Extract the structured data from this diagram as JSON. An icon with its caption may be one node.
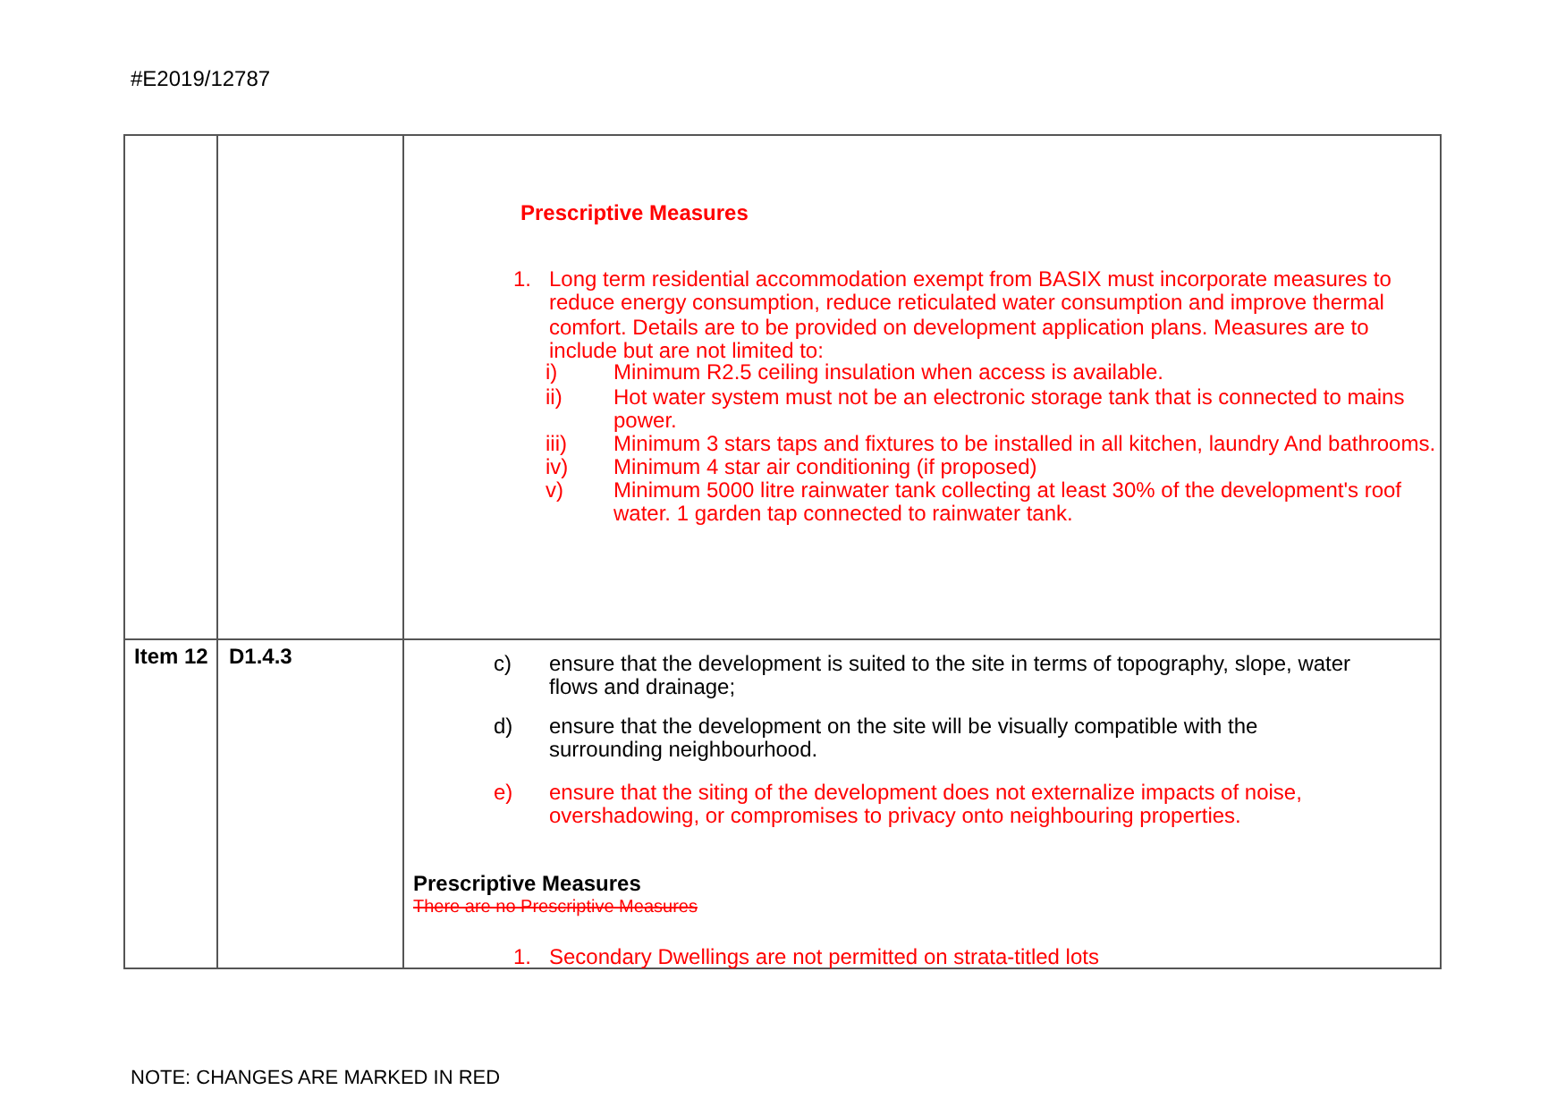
{
  "diagram": {
    "labels": [
      "#E2019/12787",
      "Prescriptive Measures",
      "1.",
      "Long term residential accommodation exempt from BASIX must incorporate measures to reduce energy consumption, reduce reticulated water consumption and improve thermal comfort.  Details are to be provided on development application plans.  Measures are to include but are not limited to:",
      "i)",
      "Minimum R2.5 ceiling insulation when access is available.",
      "ii)",
      "Hot water system must not be an electronic storage tank that is connected to mains power.",
      "iii)",
      "Minimum 3 stars taps and fixtures to be installed in all kitchen, laundry And bathrooms.",
      "iv)",
      "Minimum 4 star air conditioning (if proposed)",
      "v)",
      "Minimum 5000 litre rainwater tank collecting at least 30% of the development's roof water. 1 garden tap connected to rainwater tank.",
      "Item 12",
      "D1.4.3",
      "c)",
      "ensure that the development is suited to the site in terms of topography, slope, water flows and drainage;",
      "d)",
      "ensure that the development on the site will be visually compatible with the surrounding neighbourhood.",
      "e)",
      "ensure that the siting of the development does not externalize impacts of noise, overshadowing, or compromises to privacy onto neighbouring properties.",
      "Prescriptive Measures",
      "There are no Prescriptive Measures",
      "1.",
      "Secondary Dwellings are not permitted on strata-titled lots",
      "NOTE: CHANGES ARE MARKED IN RED"
    ]
  }
}
